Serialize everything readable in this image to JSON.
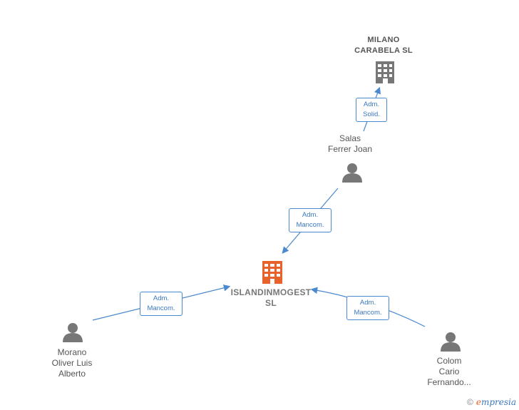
{
  "nodes": {
    "milano": {
      "line1": "MILANO",
      "line2": "CARABELA  SL"
    },
    "main": {
      "line1": "ISLANDINMOGEST",
      "line2": "SL"
    },
    "salas": {
      "line1": "Salas",
      "line2": "Ferrer Joan"
    },
    "morano": {
      "line1": "Morano",
      "line2": "Oliver Luis",
      "line3": "Alberto"
    },
    "colom": {
      "line1": "Colom",
      "line2": "Cario",
      "line3": "Fernando..."
    }
  },
  "edges": {
    "salas_milano": {
      "line1": "Adm.",
      "line2": "Solid."
    },
    "salas_main": {
      "line1": "Adm.",
      "line2": "Mancom."
    },
    "morano_main": {
      "line1": "Adm.",
      "line2": "Mancom."
    },
    "colom_main": {
      "line1": "Adm.",
      "line2": "Mancom."
    }
  },
  "colors": {
    "edge": "#4a88cf",
    "main_building": "#e8632b",
    "building": "#777777",
    "person": "#777777"
  },
  "footer": {
    "copyright": "©",
    "brand_first": "e",
    "brand_rest": "mpresia"
  }
}
